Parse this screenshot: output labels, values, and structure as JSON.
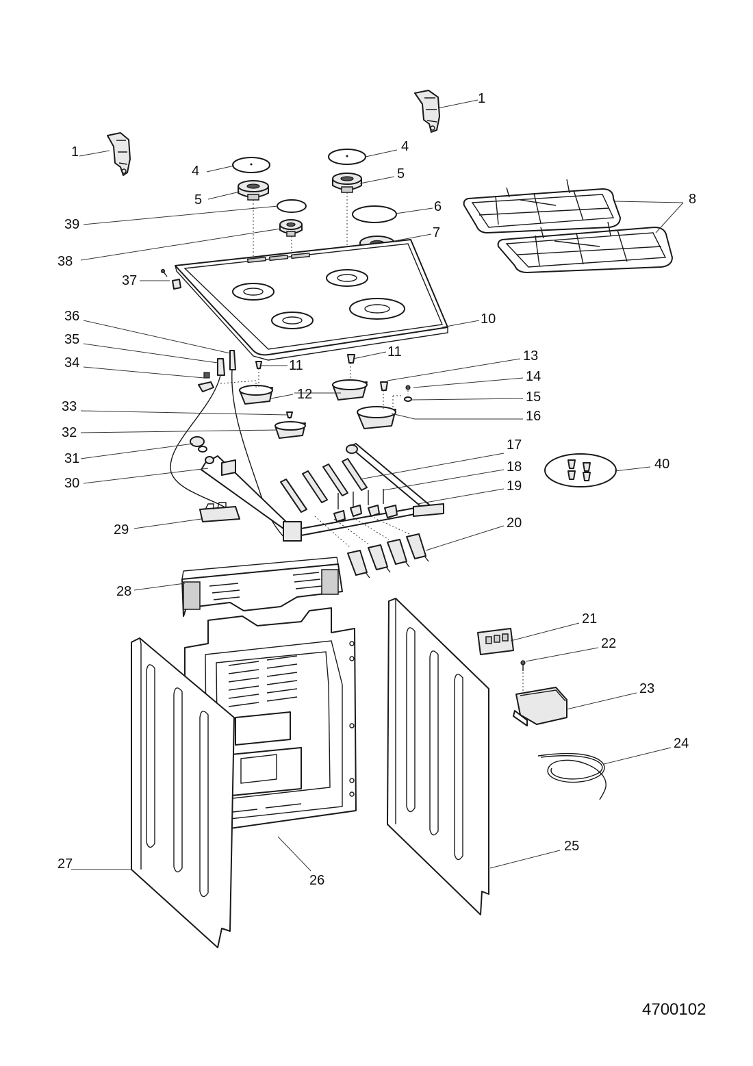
{
  "diagram": {
    "drawing_code": "4700102",
    "labels": [
      {
        "id": "l1a",
        "text": "1"
      },
      {
        "id": "l1b",
        "text": "1"
      },
      {
        "id": "l4a",
        "text": "4"
      },
      {
        "id": "l4b",
        "text": "4"
      },
      {
        "id": "l5a",
        "text": "5"
      },
      {
        "id": "l5b",
        "text": "5"
      },
      {
        "id": "l6",
        "text": "6"
      },
      {
        "id": "l7",
        "text": "7"
      },
      {
        "id": "l8",
        "text": "8"
      },
      {
        "id": "l10",
        "text": "10"
      },
      {
        "id": "l11a",
        "text": "11"
      },
      {
        "id": "l11b",
        "text": "11"
      },
      {
        "id": "l12",
        "text": "12"
      },
      {
        "id": "l13",
        "text": "13"
      },
      {
        "id": "l14",
        "text": "14"
      },
      {
        "id": "l15",
        "text": "15"
      },
      {
        "id": "l16",
        "text": "16"
      },
      {
        "id": "l17",
        "text": "17"
      },
      {
        "id": "l18",
        "text": "18"
      },
      {
        "id": "l19",
        "text": "19"
      },
      {
        "id": "l20",
        "text": "20"
      },
      {
        "id": "l21",
        "text": "21"
      },
      {
        "id": "l22",
        "text": "22"
      },
      {
        "id": "l23",
        "text": "23"
      },
      {
        "id": "l24",
        "text": "24"
      },
      {
        "id": "l25",
        "text": "25"
      },
      {
        "id": "l26",
        "text": "26"
      },
      {
        "id": "l27",
        "text": "27"
      },
      {
        "id": "l28",
        "text": "28"
      },
      {
        "id": "l29",
        "text": "29"
      },
      {
        "id": "l30",
        "text": "30"
      },
      {
        "id": "l31",
        "text": "31"
      },
      {
        "id": "l32",
        "text": "32"
      },
      {
        "id": "l33",
        "text": "33"
      },
      {
        "id": "l34",
        "text": "34"
      },
      {
        "id": "l35",
        "text": "35"
      },
      {
        "id": "l36",
        "text": "36"
      },
      {
        "id": "l37",
        "text": "37"
      },
      {
        "id": "l38",
        "text": "38"
      },
      {
        "id": "l39",
        "text": "39"
      },
      {
        "id": "l40",
        "text": "40"
      }
    ]
  }
}
